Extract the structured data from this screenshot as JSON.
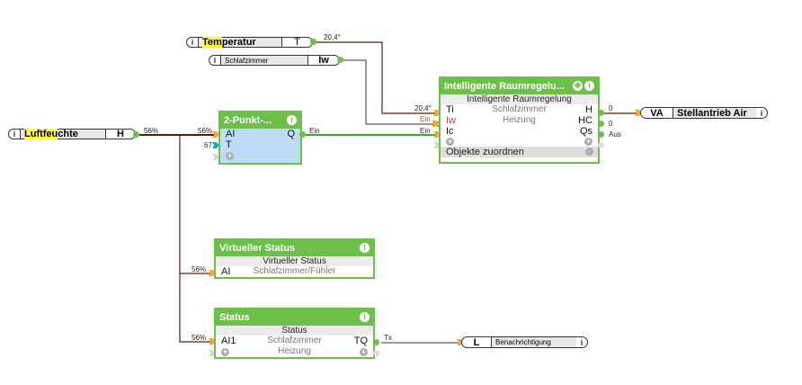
{
  "inputs": {
    "temperatur": {
      "label_highlight": "Tem",
      "label_rest": "peratur",
      "code": "T",
      "value": "20,4°"
    },
    "schlafzimmer": {
      "label": "Schlafzimmer",
      "code": "Iw"
    },
    "luftfeuchte": {
      "label_highlight": "Luftfeu",
      "label_rest": "chte",
      "code": "H",
      "value": "56%"
    }
  },
  "info_glyph": "i",
  "blocks": {
    "zweipunkt": {
      "title": "2-Punkt-...",
      "ports_in": [
        {
          "name": "AI",
          "value": "56%"
        },
        {
          "name": "T",
          "value": "67"
        }
      ],
      "port_out": {
        "name": "Q",
        "value": "Ein"
      }
    },
    "raumregelung": {
      "title": "Intelligente Raumregelu...",
      "subtitle": "Intelligente Raumregelung",
      "center_lines": [
        "Schlafzimmer",
        "Heizung"
      ],
      "ports_in": [
        {
          "name": "Ti",
          "value": "20,4°"
        },
        {
          "name": "Iw",
          "value": "Ein"
        },
        {
          "name": "Ic",
          "value": "Ein"
        }
      ],
      "ports_out": [
        {
          "name": "H",
          "value": "0"
        },
        {
          "name": "HC",
          "value": "0"
        },
        {
          "name": "Qs",
          "value": "Aus"
        }
      ],
      "footer": "Objekte zuordnen"
    },
    "virtueller_status": {
      "title": "Virtueller Status",
      "subtitle": "Virtueller Status",
      "ports_in": [
        {
          "name": "AI",
          "value": "56%",
          "desc": "Schlafzimmer/Fühler"
        }
      ]
    },
    "status": {
      "title": "Status",
      "subtitle": "Status",
      "ports_in": [
        {
          "name": "AI1",
          "value": "56%"
        }
      ],
      "center_lines": [
        "Schlafzimmer",
        "Heizung"
      ],
      "port_out": {
        "name": "TQ",
        "value": "Tx"
      }
    }
  },
  "outputs": {
    "stellantrieb": {
      "code": "VA",
      "label": "Stellantrieb Air"
    },
    "benachrichtigung": {
      "code": "L",
      "label": "Benachrichtigung"
    }
  },
  "colors": {
    "block_green": "#6cc04a",
    "wire_dark": "#5a1a12",
    "wire_green": "#3aa53a",
    "port_orange": "#f4a83a",
    "highlight": "#ffff33"
  }
}
